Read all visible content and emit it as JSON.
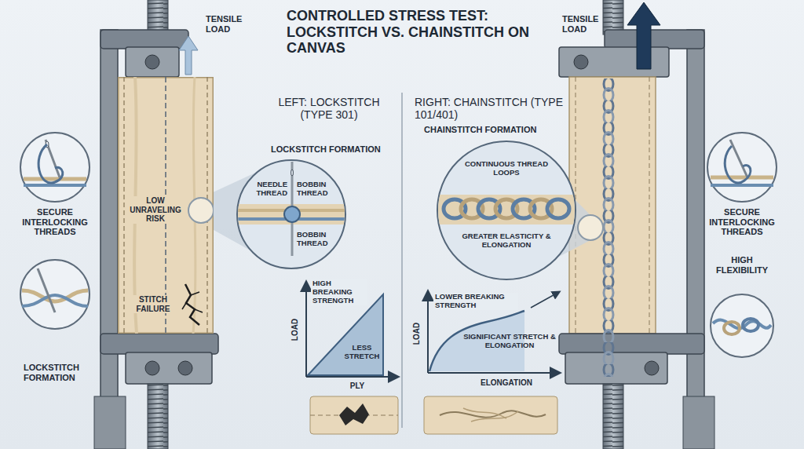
{
  "diagram": {
    "title": "CONTROLLED STRESS TEST: LOCKSTITCH VS. CHAINSTITCH ON CANVAS",
    "nodes": [
      {
        "text": [
          "LOW UNRAVELING RISK",
          "STITCH FAILURE"
        ]
      },
      {
        "text": [
          "NEEDLE THREAD",
          "BOBBIN THREAD",
          "BOBBIN THREAD"
        ]
      },
      {
        "text": [
          "CONTINUOUS THREAD LOOPS",
          "GREATER ELASTICITY & ELONGATION"
        ]
      }
    ],
    "labels": [
      "TENSILE LOAD",
      "TENSILE LOAD",
      "LEFT: LOCKSTITCH (TYPE 301)",
      "LOCKSTITCH FORMATION",
      "RIGHT: CHAINSTITCH (TYPE 101/401)",
      "CHAINSTITCH FORMATION",
      "SECURE INTERLOCKING THREADS",
      "LOCKSTITCH FORMATION",
      "HIGH BREAKING STRENGTH",
      "LESS STRETCH",
      "LOAD",
      "PLY",
      "LOWER BREAKING STRENGTH",
      "SIGNIFICANT STRETCH & ELONGATION",
      "LOAD",
      "ELONGATION",
      "SECURE INTERLOCKING THREADS",
      "HIGH FLEXIBILITY"
    ]
  }
}
